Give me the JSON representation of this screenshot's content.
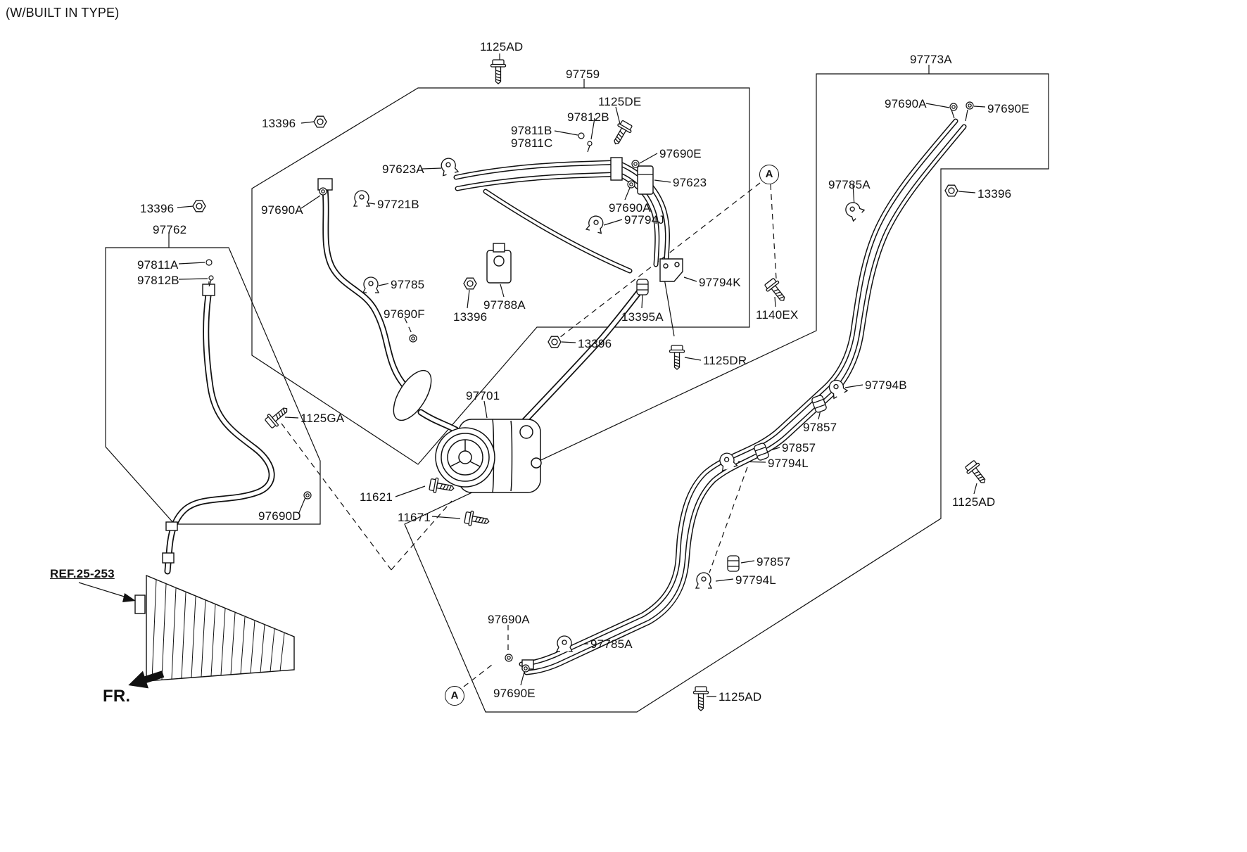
{
  "header": {
    "title": "(W/BUILT IN TYPE)"
  },
  "footer": {
    "fr": "FR.",
    "ref": "REF.25-253"
  },
  "markers": {
    "a": "A"
  },
  "colors": {
    "line": "#111111",
    "background": "#ffffff"
  },
  "icons": {
    "fr_arrow": "filled-left-arrow",
    "ref_arrow": "leader-arrow",
    "marker_circle": "circled-letter-callout"
  },
  "parts": {
    "p1125ad_top": "1125AD",
    "p97759": "97759",
    "p1125de": "1125DE",
    "p97812b_top": "97812B",
    "p97811b": "97811B",
    "p97811c": "97811C",
    "p97773a": "97773A",
    "p13396_ul": "13396",
    "p97690a_tr": "97690A",
    "p97690e_tr": "97690E",
    "p97623a": "97623A",
    "p97690e_mid": "97690E",
    "p97623": "97623",
    "p97785a_r": "97785A",
    "p13396_r": "13396",
    "p13396_l": "13396",
    "p97690a_l": "97690A",
    "p97721b": "97721B",
    "p97690a_mid": "97690A",
    "p97762": "97762",
    "p97794j": "97794J",
    "p97811a": "97811A",
    "p97812b_l": "97812B",
    "p97785": "97785",
    "p97788a": "97788A",
    "p97794k": "97794K",
    "p13396_mid": "13396",
    "p13395a": "13395A",
    "p1140ex": "1140EX",
    "p97690f": "97690F",
    "p13396_low": "13396",
    "p1125dr": "1125DR",
    "p1125ga": "1125GA",
    "p97701": "97701",
    "p97794b": "97794B",
    "p97857_1": "97857",
    "p97857_2": "97857",
    "p97794l_1": "97794L",
    "p97690d": "97690D",
    "p11621": "11621",
    "p11671": "11671",
    "p1125ad_r": "1125AD",
    "p97857_3": "97857",
    "p97794l_2": "97794L",
    "p97690a_b": "97690A",
    "p97785a_b": "97785A",
    "p97690e_b": "97690E",
    "p1125ad_b": "1125AD"
  }
}
